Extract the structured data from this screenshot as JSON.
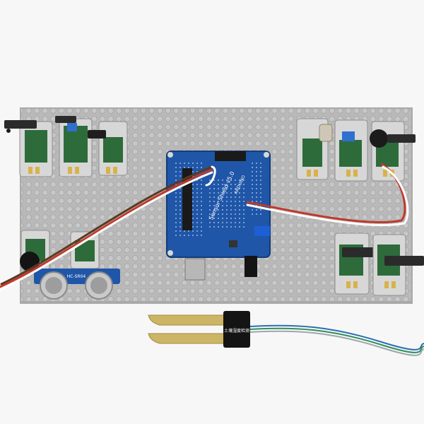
{
  "scene": {
    "background": "#f7f7f7",
    "baseplate_color": "#b9b9b9",
    "shield_color": "#1f56a8",
    "module_pcb_color": "#2e6b3a"
  },
  "shield": {
    "model_text": "Sensor Shield v5.0",
    "maker_text": "ARDUINO"
  },
  "modules": {
    "top_left": [
      "sensor-module-1",
      "sensor-module-2",
      "sensor-module-3"
    ],
    "top_right": [
      "sensor-module-4",
      "sensor-module-5",
      "sensor-module-6"
    ],
    "bottom_right": [
      "sensor-module-7",
      "sensor-module-8"
    ]
  },
  "ultrasonic": {
    "label": "HC-SR04"
  },
  "moisture_probe": {
    "label": "土壤湿度检测"
  },
  "wires": {
    "servo_cable_colors": [
      "#ffffff",
      "#c0392b",
      "#5a3a22"
    ],
    "probe_cable_colors": [
      "#2b6fb0",
      "#2f8f5a"
    ]
  }
}
